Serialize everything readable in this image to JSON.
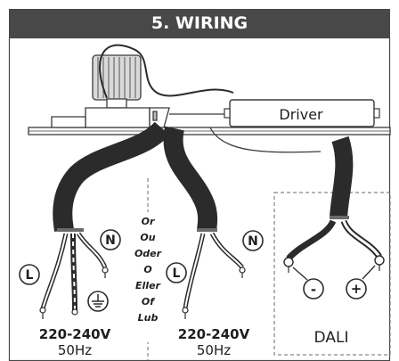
{
  "header": {
    "title": "5. WIRING"
  },
  "driver": {
    "label": "Driver"
  },
  "terminals": {
    "live": "L",
    "neutral": "N",
    "dali_minus": "-",
    "dali_plus": "+"
  },
  "separator_words": [
    "Or",
    "Ou",
    "Oder",
    "O",
    "Eller",
    "Of",
    "Lub"
  ],
  "supply": [
    {
      "voltage": "220-240V",
      "freq": "50Hz"
    },
    {
      "voltage": "220-240V",
      "freq": "50Hz"
    }
  ],
  "dali": {
    "label": "DALI"
  },
  "colors": {
    "header_bg": "#484848",
    "wire_dark": "#2b2b2b",
    "line": "#3a3a3a"
  }
}
